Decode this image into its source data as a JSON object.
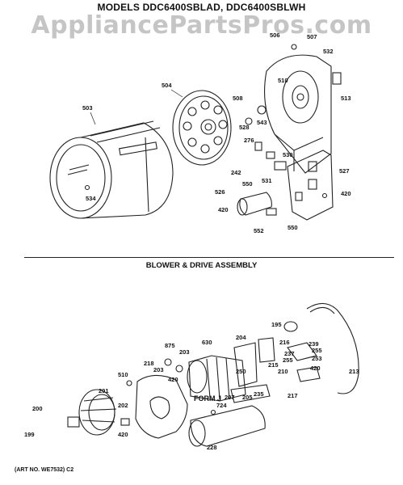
{
  "header": {
    "title": "MODELS DDC6400SBLAD, DDC6400SBLWH",
    "watermark": "AppliancePartsPros.com"
  },
  "section": {
    "title": "BLOWER & DRIVE ASSEMBLY"
  },
  "footer": {
    "art_no": "(ART NO. WE7532) C2"
  },
  "drum_labels": {
    "p503": "503",
    "p504": "504",
    "p534": "534",
    "p508": "508",
    "p528": "528",
    "p543": "543",
    "p276": "276",
    "p242": "242",
    "p550a": "550",
    "p531": "531",
    "p530": "530",
    "p527": "527",
    "p420a": "420",
    "p526": "526",
    "p420b": "420",
    "p552": "552",
    "p550b": "550",
    "p506": "506",
    "p507": "507",
    "p532": "532",
    "p510": "510",
    "p513": "513"
  },
  "blower_labels": {
    "p875": "875",
    "p630": "630",
    "p204": "204",
    "p195": "195",
    "p216": "216",
    "p239": "239",
    "p237": "237",
    "p255a": "255",
    "p255b": "255",
    "p253": "253",
    "p218": "218",
    "p203a": "203",
    "p203b": "203",
    "p420c": "420",
    "p250": "250",
    "p215": "215",
    "p210": "210",
    "p420d": "420",
    "p213": "213",
    "p510b": "510",
    "p201": "201",
    "p202": "202",
    "p200": "200",
    "p199": "199",
    "p420e": "420",
    "p207": "207",
    "p205": "205",
    "p235": "235",
    "p724": "724",
    "p217": "217",
    "p228": "228",
    "form": "FORM J"
  }
}
